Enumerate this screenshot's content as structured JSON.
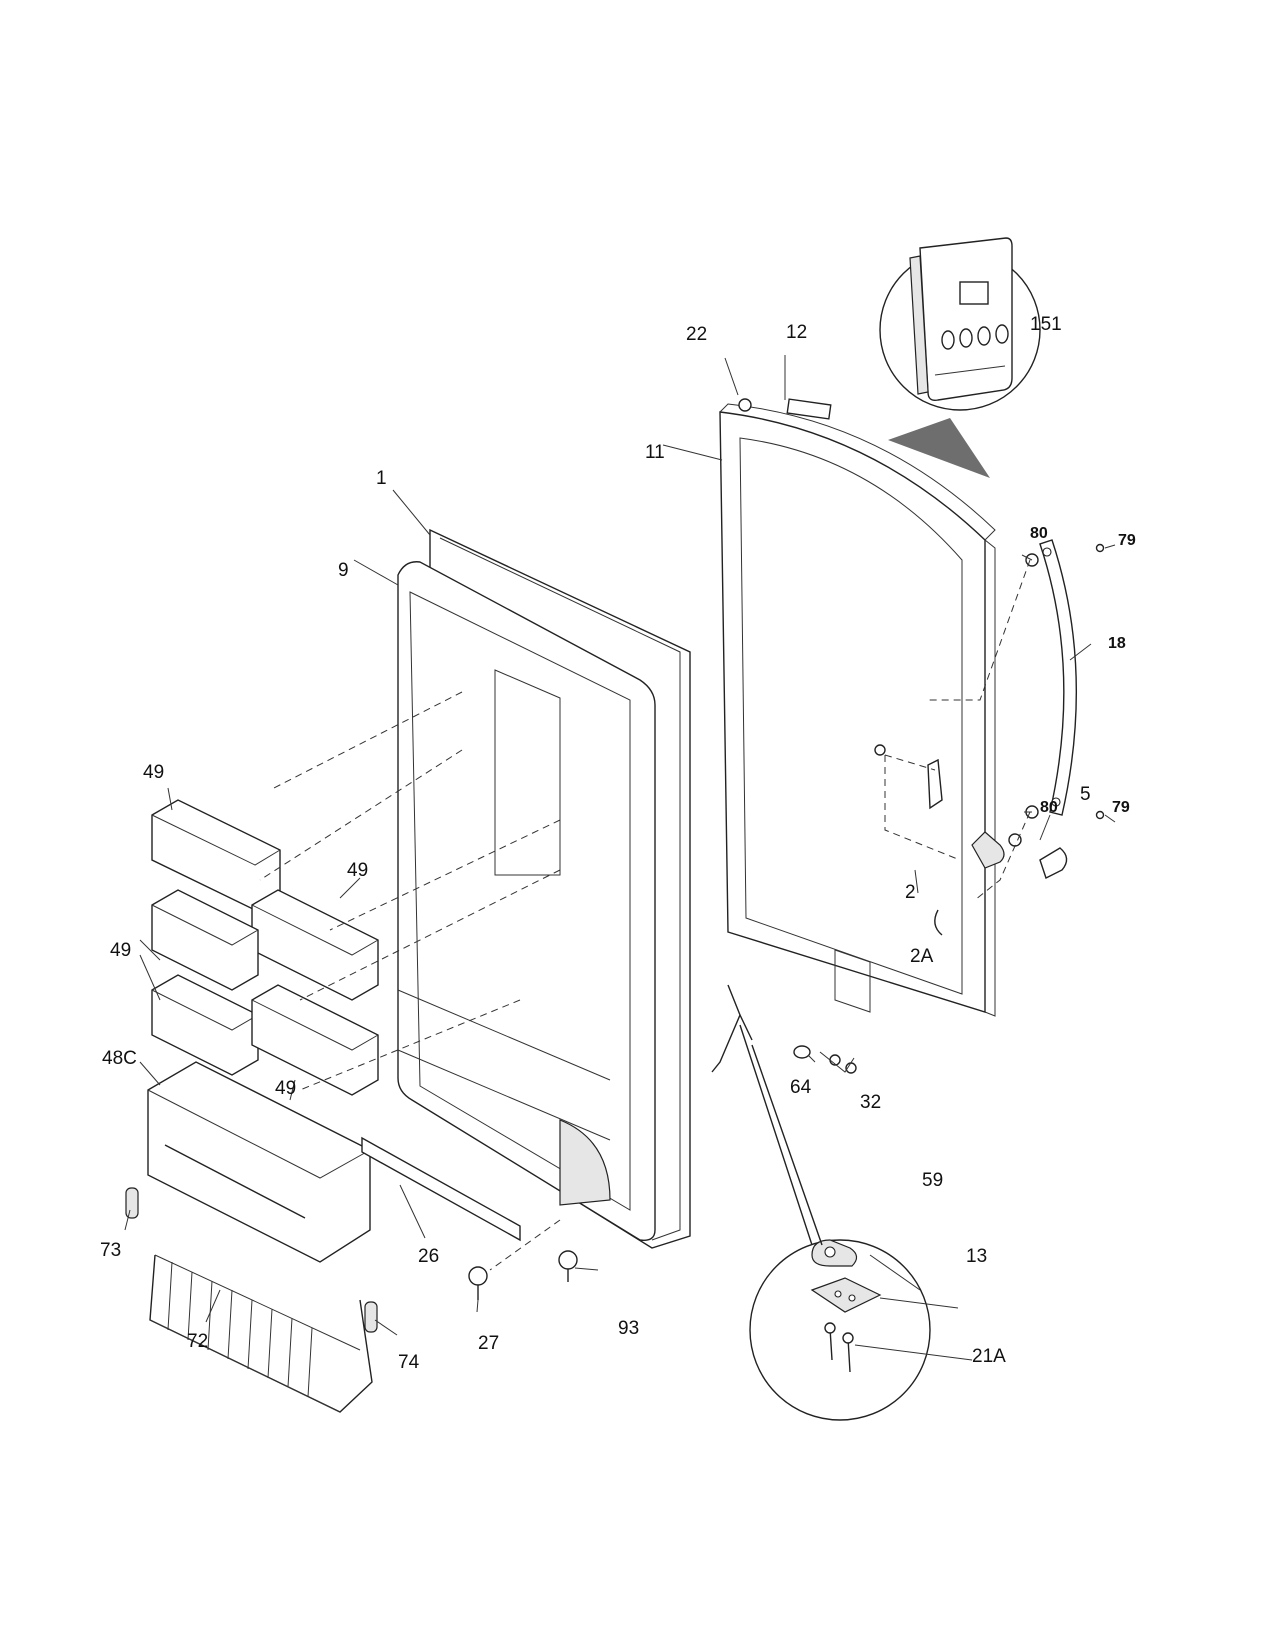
{
  "diagram": {
    "callouts": {
      "c1": "1",
      "c2": "2",
      "c2A": "2A",
      "c5": "5",
      "c9": "9",
      "c11": "11",
      "c12": "12",
      "c13": "13",
      "c18": "18",
      "c21A": "21A",
      "c22": "22",
      "c26": "26",
      "c27": "27",
      "c32": "32",
      "c48C": "48C",
      "c49": "49",
      "c59": "59",
      "c64": "64",
      "c72": "72",
      "c73": "73",
      "c74": "74",
      "c79": "79",
      "c80": "80",
      "c93": "93",
      "c151": "151"
    }
  }
}
